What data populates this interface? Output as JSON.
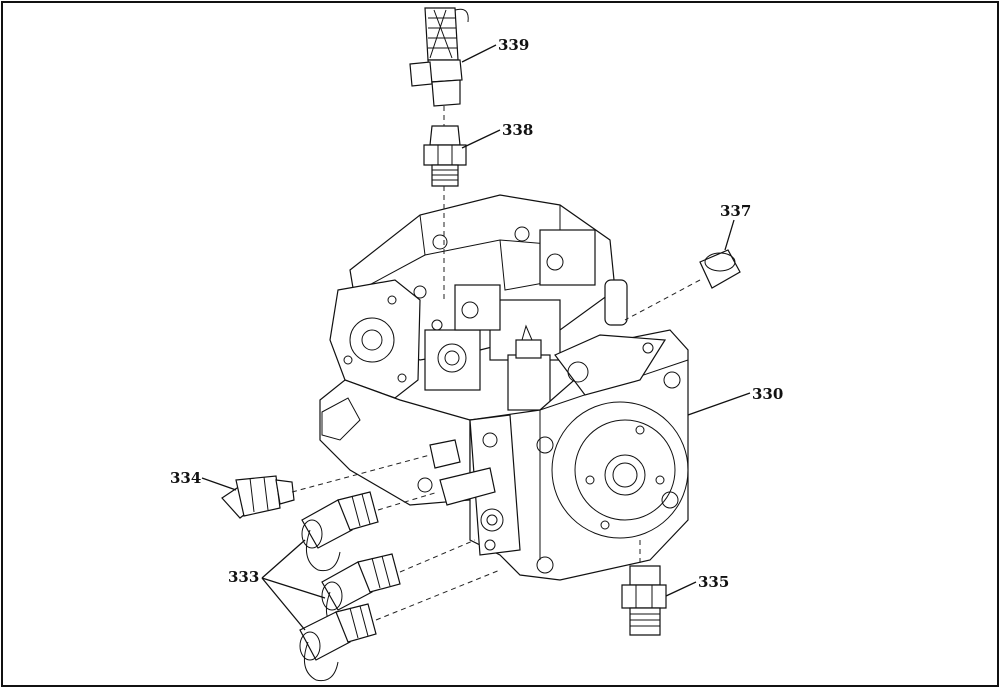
{
  "labels": {
    "l339": "339",
    "l338": "338",
    "l337": "337",
    "l330": "330",
    "l334": "334",
    "l333": "333",
    "l335": "335"
  }
}
